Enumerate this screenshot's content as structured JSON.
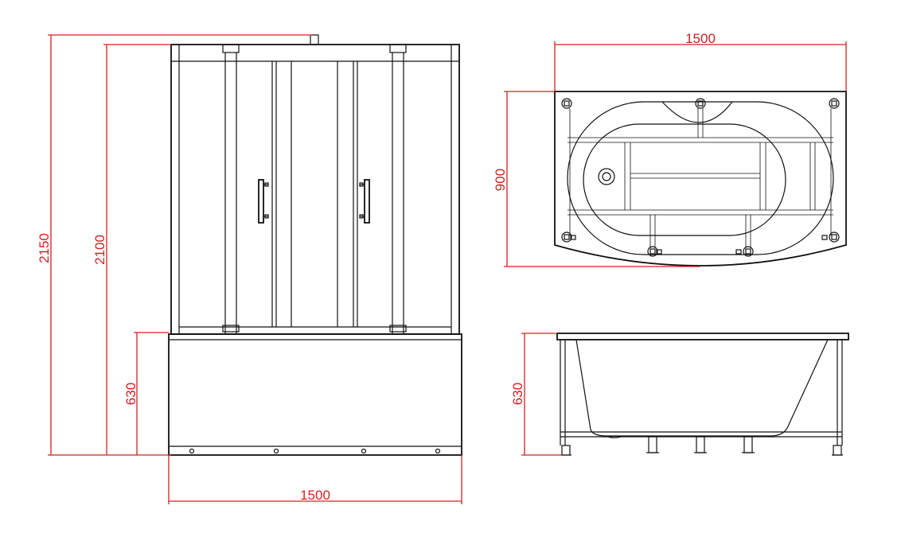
{
  "dimensions": {
    "front_total_height": "2150",
    "front_cabin_height": "2100",
    "front_base_height": "630",
    "front_width": "1500",
    "top_width": "1500",
    "top_depth": "900",
    "side_height": "630"
  },
  "colors": {
    "dimension_line": "#d32020",
    "drawing_line": "#111111",
    "background": "#ffffff"
  }
}
